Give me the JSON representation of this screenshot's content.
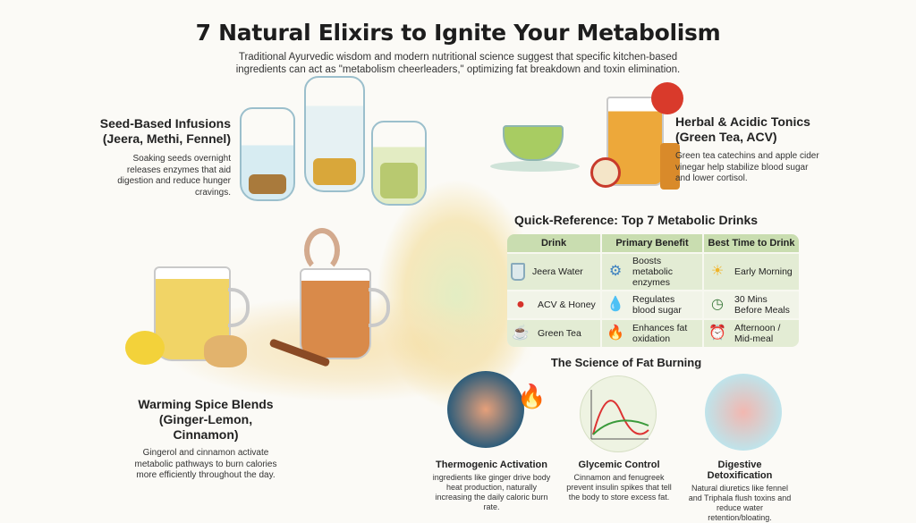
{
  "title": "7 Natural Elixirs to Ignite Your Metabolism",
  "subtitle": "Traditional Ayurvedic wisdom and modern nutritional science suggest that specific kitchen-based ingredients can act as \"metabolism cheerleaders,\" optimizing fat breakdown and toxin elimination.",
  "seed": {
    "title": "Seed-Based Infusions (Jeera, Methi, Fennel)",
    "text": "Soaking seeds overnight releases enzymes that aid digestion and reduce hunger cravings."
  },
  "herbal": {
    "title": "Herbal & Acidic Tonics (Green Tea, ACV)",
    "text": "Green tea catechins and apple cider vinegar help stabilize blood sugar and lower cortisol."
  },
  "warming": {
    "title": "Warming Spice Blends (Ginger-Lemon, Cinnamon)",
    "text": "Gingerol and cinnamon activate metabolic pathways to burn calories more efficiently throughout the day."
  },
  "table": {
    "title": "Quick-Reference: Top 7 Metabolic Drinks",
    "headers": [
      "Drink",
      "Primary Benefit",
      "Best Time to Drink"
    ],
    "rows": [
      {
        "drink": "Jeera Water",
        "drink_icon": "glass-icon",
        "benefit": "Boosts metabolic enzymes",
        "benefit_icon": "gear-icon",
        "time": "Early Morning",
        "time_icon": "sunrise-icon"
      },
      {
        "drink": "ACV & Honey",
        "drink_icon": "apple-honey-icon",
        "benefit": "Regulates blood sugar",
        "benefit_icon": "blood-drop-icon",
        "time": "30 Mins Before Meals",
        "time_icon": "plate-clock-icon"
      },
      {
        "drink": "Green Tea",
        "drink_icon": "tea-cup-icon",
        "benefit": "Enhances fat oxidation",
        "benefit_icon": "flame-icon",
        "time": "Afternoon / Mid-meal",
        "time_icon": "clock-icon"
      }
    ]
  },
  "science": {
    "title": "The Science of Fat Burning",
    "items": [
      {
        "title": "Thermogenic Activation",
        "text": "ingredients like ginger drive body heat production, naturally increasing the daily caloric burn rate."
      },
      {
        "title": "Glycemic Control",
        "text": "Cinnamon and fenugreek prevent insulin spikes that tell the body to store excess fat."
      },
      {
        "title": "Digestive Detoxification",
        "text": "Natural diuretics like fennel and Triphala flush toxins and reduce water retention/bloating."
      }
    ]
  },
  "colors": {
    "table_header": "#c9ddb0",
    "table_row": "#e3ecd4",
    "tea_green": "#9cc35a",
    "amber": "#e8a23a"
  }
}
